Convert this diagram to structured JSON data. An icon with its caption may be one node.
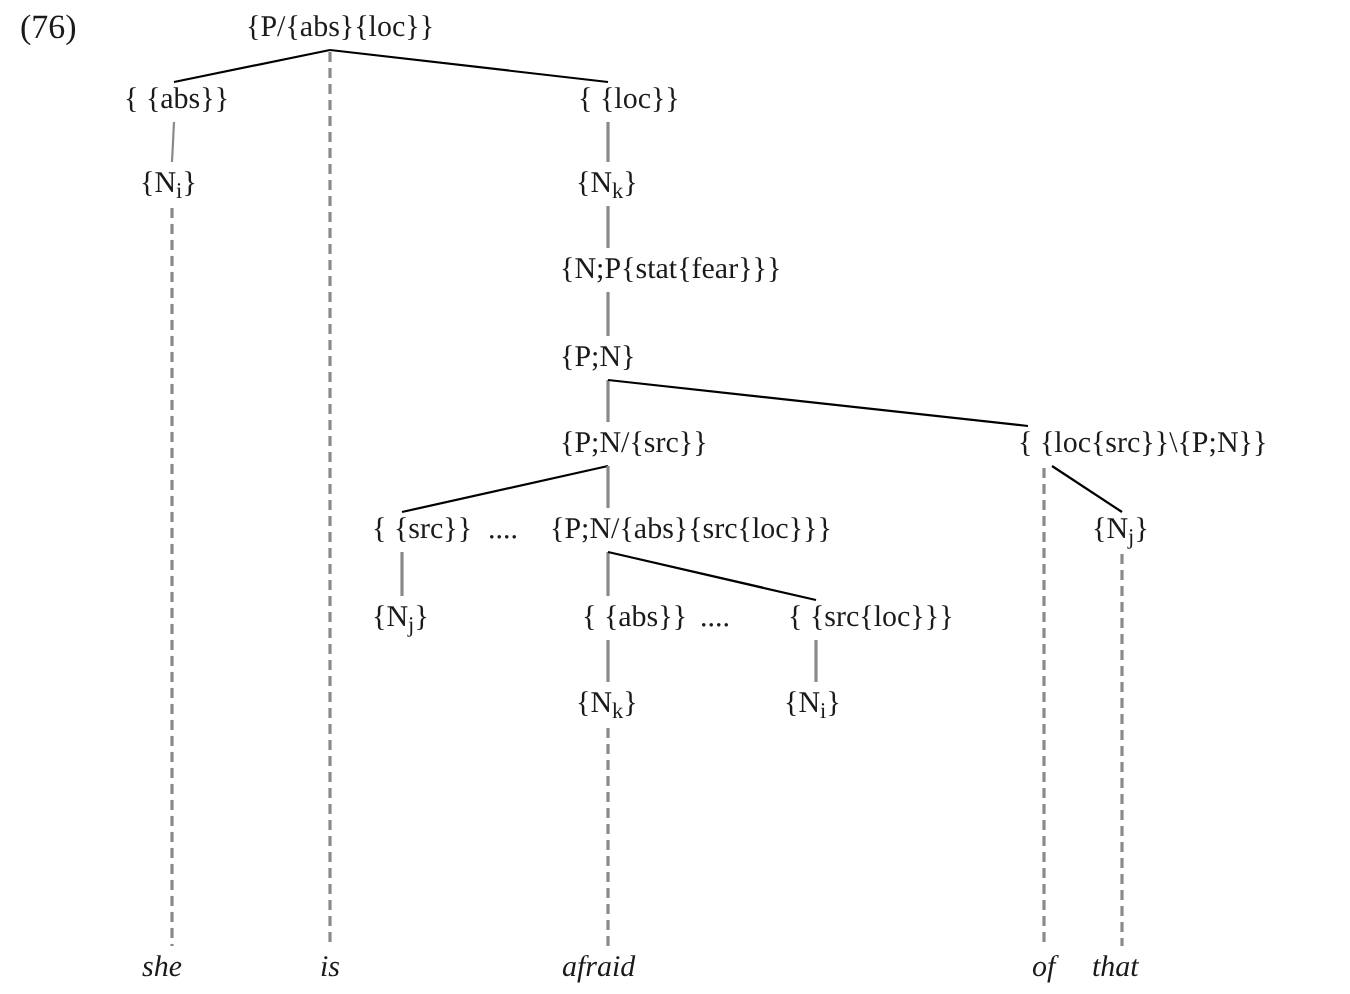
{
  "diagram": {
    "nodes": [
      {
        "text": [
          "{P/{abs}{loc}}"
        ]
      },
      {
        "text": [
          "{ {abs}}"
        ]
      },
      {
        "text": [
          "{N$_{i}$}"
        ]
      },
      {
        "text": [
          "{ {loc}}"
        ]
      },
      {
        "text": [
          "{N$_{k}$}"
        ]
      },
      {
        "text": [
          "{N;P{stat{fear}}}"
        ]
      },
      {
        "text": [
          "{P;N}"
        ]
      },
      {
        "text": [
          "{P;N/{src}}"
        ]
      },
      {
        "text": [
          "{ {loc{src}}\\{P;N}}"
        ]
      },
      {
        "text": [
          "{ {src}}"
        ]
      },
      {
        "text": [
          "{P;N/{abs}{src{loc}}}"
        ]
      },
      {
        "text": [
          "{N$_{j}$}"
        ]
      },
      {
        "text": [
          "{ {abs}}"
        ]
      },
      {
        "text": [
          "{ {src{loc}}}"
        ]
      },
      {
        "text": [
          "{N$_{k}$}"
        ]
      },
      {
        "text": [
          "{N$_{i}$}"
        ]
      },
      {
        "text": [
          "{N$_{j}$}"
        ]
      },
      {
        "text": [
          "she"
        ]
      },
      {
        "text": [
          "is"
        ]
      },
      {
        "text": [
          "afraid"
        ]
      },
      {
        "text": [
          "of"
        ]
      },
      {
        "text": [
          "that"
        ]
      }
    ],
    "edges": [
      {
        "from": 0,
        "to": 1,
        "arrow": "none",
        "color": "#000000"
      },
      {
        "from": 0,
        "to": 3,
        "arrow": "none",
        "color": "#000000"
      },
      {
        "from": 0,
        "to": 18,
        "arrow": "none",
        "style": "dashed"
      },
      {
        "from": 1,
        "to": 2,
        "arrow": "none"
      },
      {
        "from": 2,
        "to": 17,
        "arrow": "none",
        "style": "dashed"
      },
      {
        "from": 3,
        "to": 4,
        "arrow": "none"
      },
      {
        "from": 4,
        "to": 5,
        "arrow": "none"
      },
      {
        "from": 5,
        "to": 6,
        "arrow": "none"
      },
      {
        "from": 6,
        "to": 7,
        "arrow": "none"
      },
      {
        "from": 6,
        "to": 8,
        "arrow": "none",
        "color": "#000000"
      },
      {
        "from": 7,
        "to": 9,
        "arrow": "none",
        "color": "#000000"
      },
      {
        "from": 7,
        "to": 10,
        "arrow": "none"
      },
      {
        "from": 8,
        "to": 20,
        "arrow": "none",
        "style": "dashed"
      },
      {
        "from": 8,
        "to": 16,
        "arrow": "none",
        "color": "#000000"
      },
      {
        "from": 9,
        "to": 11,
        "arrow": "none"
      },
      {
        "from": 10,
        "to": 12,
        "arrow": "none"
      },
      {
        "from": 10,
        "to": 13,
        "arrow": "none",
        "color": "#000000"
      },
      {
        "from": 12,
        "to": 14,
        "arrow": "none"
      },
      {
        "from": 13,
        "to": 15,
        "arrow": "none"
      },
      {
        "from": 14,
        "to": 19,
        "arrow": "none",
        "style": "dashed"
      },
      {
        "from": 16,
        "to": 21,
        "arrow": "none",
        "style": "dashed"
      }
    ],
    "labels": [
      "(76)",
      "....",
      "...."
    ]
  }
}
